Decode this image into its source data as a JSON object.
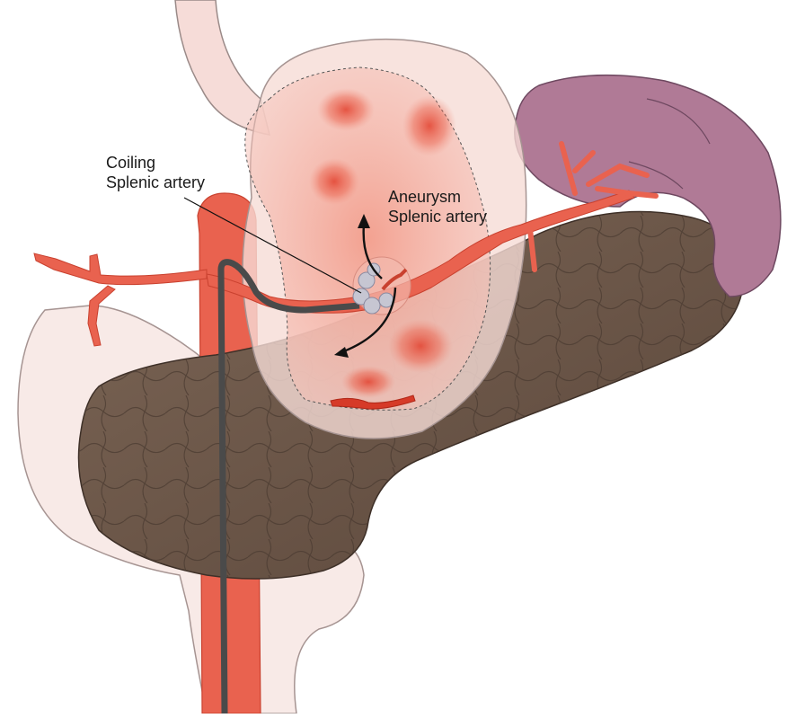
{
  "labels": {
    "coiling_line1": "Coiling",
    "coiling_line2": "Splenic artery",
    "aneurysm_line1": "Aneurysm",
    "aneurysm_line2": "Splenic artery"
  },
  "colors": {
    "artery": "#e9624f",
    "artery_dark": "#c9412f",
    "pancreas": "#6f5a4c",
    "spleen": "#b07a96",
    "stomach": "#f7cfc8",
    "bleeding": "#e2402d",
    "catheter": "#4a4a4a"
  }
}
